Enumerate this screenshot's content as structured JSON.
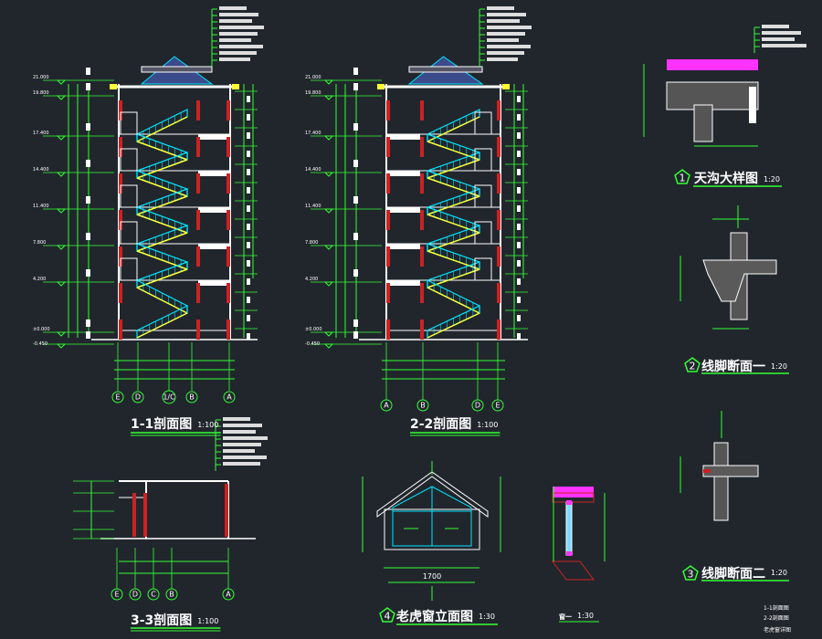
{
  "colors": {
    "background": "#21262d",
    "dimension": "#33ff33",
    "wall": "#ffffff",
    "stair": "#00e5ff",
    "column": "#cc2222",
    "slab": "#ffff33",
    "accent": "#ff33ff"
  },
  "views": {
    "section_1_1": {
      "title": "1-1剖面图",
      "scale": "1:100",
      "axes": [
        "E",
        "D",
        "1/C",
        "B",
        "A"
      ]
    },
    "section_2_2": {
      "title": "2-2剖面图",
      "scale": "1:100",
      "axes": [
        "A",
        "B",
        "D",
        "E"
      ]
    },
    "section_3_3": {
      "title": "3-3剖面图",
      "scale": "1:100",
      "axes": [
        "E",
        "D",
        "C",
        "B",
        "A"
      ]
    },
    "detail_1": {
      "number": "1",
      "title": "天沟大样图",
      "scale": "1:20"
    },
    "detail_2": {
      "number": "2",
      "title": "线脚断面一",
      "scale": "1:20"
    },
    "detail_3": {
      "number": "3",
      "title": "线脚断面二",
      "scale": "1:20"
    },
    "detail_4": {
      "number": "4",
      "title": "老虎窗立面图",
      "scale": "1:30",
      "width_dim": "1700"
    },
    "window_section": {
      "title": "窗一",
      "scale": "1:30"
    }
  },
  "elevations": [
    "21.000",
    "19.800",
    "17.400",
    "14.400",
    "11.400",
    "7.800",
    "4.200",
    "±0.000",
    "-0.450"
  ],
  "legend_notes": [
    "1-1剖面图",
    "2-2剖面图",
    "老虎窗详图"
  ]
}
